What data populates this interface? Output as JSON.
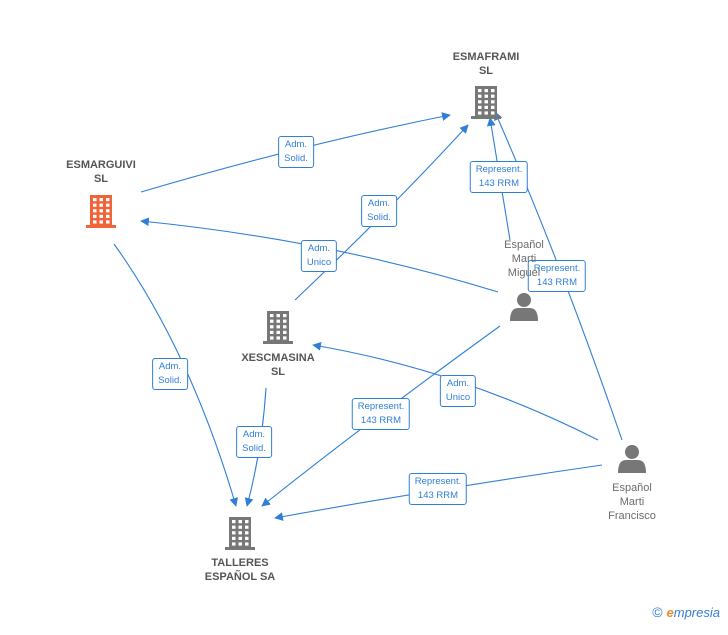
{
  "colors": {
    "edge": "#2f7fd6",
    "company_icon": "#777777",
    "company_icon_highlight": "#f0643a",
    "person_icon": "#777777"
  },
  "nodes": [
    {
      "id": "esmaframi",
      "label": "ESMAFRAMI\nSL",
      "kind": "company",
      "highlight": false,
      "icon": "building-icon"
    },
    {
      "id": "esmarguivi",
      "label": "ESMARGUIVI\nSL",
      "kind": "company",
      "highlight": true,
      "icon": "building-icon"
    },
    {
      "id": "xescmasina",
      "label": "XESCMASINA\nSL",
      "kind": "company",
      "highlight": false,
      "icon": "building-icon"
    },
    {
      "id": "talleres",
      "label": "TALLERES\nESPAÑOL SA",
      "kind": "company",
      "highlight": false,
      "icon": "building-icon"
    },
    {
      "id": "miguel",
      "label": "Español\nMarti\nMiguel",
      "kind": "person",
      "highlight": false,
      "icon": "person-icon"
    },
    {
      "id": "francisco",
      "label": "Español\nMarti\nFrancisco",
      "kind": "person",
      "highlight": false,
      "icon": "person-icon"
    }
  ],
  "edges": [
    {
      "from": "esmarguivi",
      "to": "esmaframi",
      "label": "Adm.\nSolid."
    },
    {
      "from": "xescmasina",
      "to": "esmaframi",
      "label": "Adm.\nSolid."
    },
    {
      "from": "miguel",
      "to": "esmaframi",
      "label": "Represent.\n143 RRM"
    },
    {
      "from": "francisco",
      "to": "esmaframi",
      "label": "Represent.\n143 RRM"
    },
    {
      "from": "miguel",
      "to": "esmarguivi",
      "label": "Adm.\nUnico"
    },
    {
      "from": "esmarguivi",
      "to": "talleres",
      "label": "Adm.\nSolid."
    },
    {
      "from": "xescmasina",
      "to": "talleres",
      "label": "Adm.\nSolid."
    },
    {
      "from": "miguel",
      "to": "talleres",
      "label": "Represent.\n143 RRM"
    },
    {
      "from": "francisco",
      "to": "xescmasina",
      "label": "Adm.\nUnico"
    },
    {
      "from": "francisco",
      "to": "talleres",
      "label": "Represent.\n143 RRM"
    }
  ],
  "footer": {
    "copyright": "©",
    "brand_initial": "e",
    "brand_rest": "mpresia"
  }
}
